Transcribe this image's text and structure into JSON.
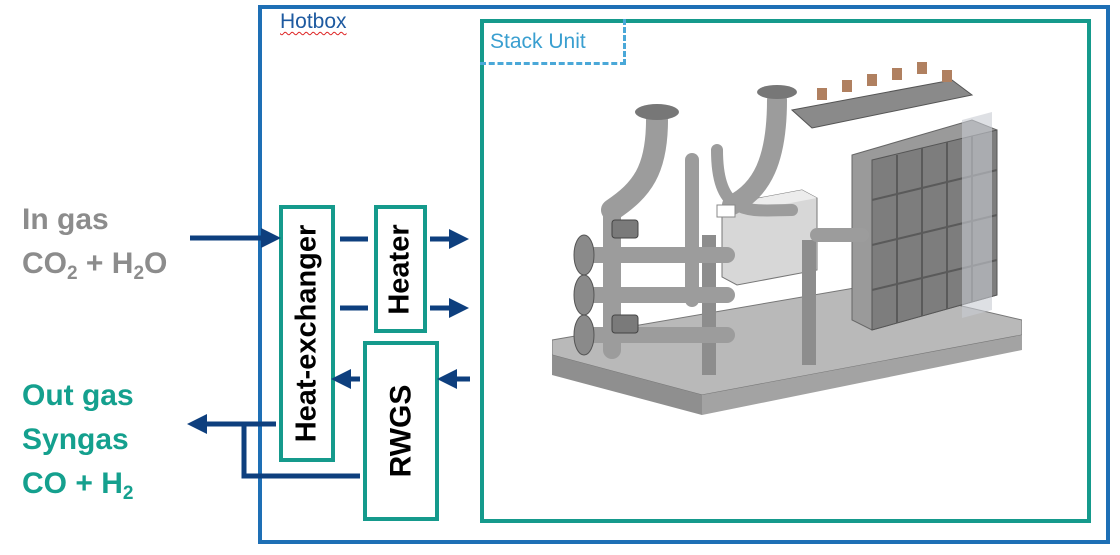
{
  "labels": {
    "hotbox": "Hotbox",
    "stack_unit": "Stack Unit",
    "heat_exchanger": "Heat-exchanger",
    "heater": "Heater",
    "rwgs": "RWGS"
  },
  "in_gas": {
    "title": "In gas",
    "co2": "CO",
    "co2_sub": "2",
    "plus": "+ H",
    "h2o_sub": "2",
    "h2o_tail": "O"
  },
  "out_gas": {
    "title": "Out gas",
    "line2": "Syngas",
    "co_plus_h": "CO + H",
    "h2_sub": "2"
  },
  "colors": {
    "hotbox_border": "#1e6fb5",
    "stack_border": "#159a8c",
    "component_border": "#159a8c",
    "arrow": "#0e3f7e",
    "in_text": "#8c8c8c",
    "out_text": "#14a08e"
  },
  "image": {
    "subject": "SOEC stack unit equipment rendering"
  }
}
